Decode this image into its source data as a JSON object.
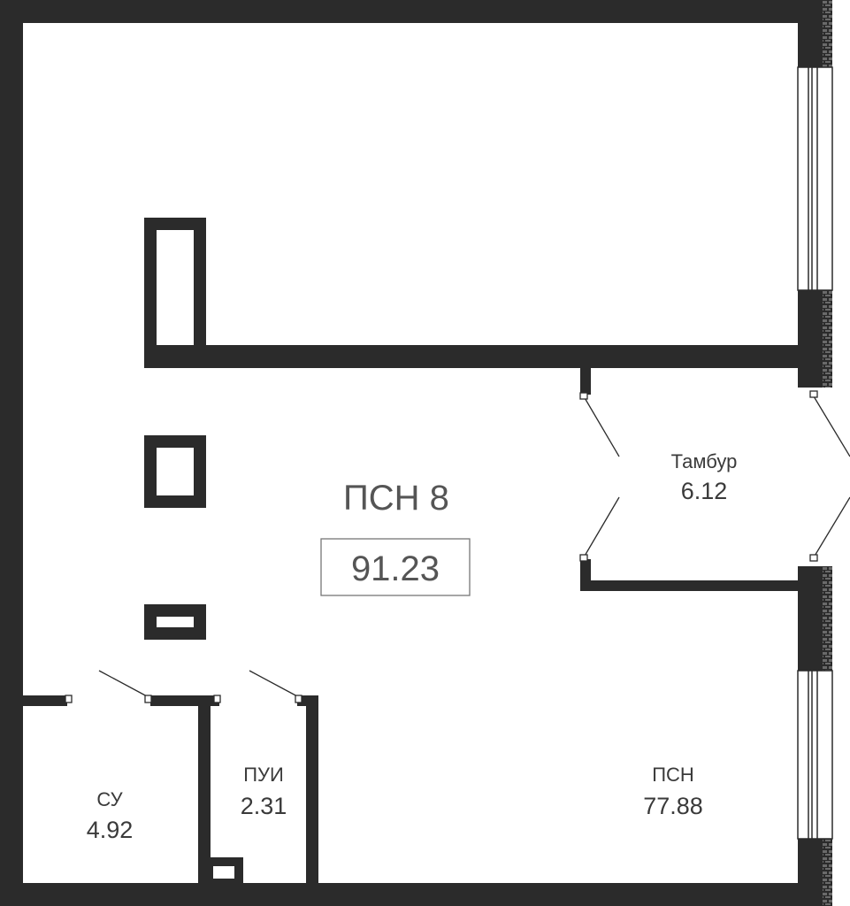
{
  "plan": {
    "title": "ПСН 8",
    "total_area": "91.23",
    "colors": {
      "wall": "#2b2b2b",
      "background": "#ffffff",
      "text": "#3a3a3a",
      "window": "#ffffff"
    },
    "rooms": [
      {
        "id": "tambur",
        "name": "Тамбур",
        "area": "6.12"
      },
      {
        "id": "psn",
        "name": "ПСН",
        "area": "77.88"
      },
      {
        "id": "puy",
        "name": "ПУИ",
        "area": "2.31"
      },
      {
        "id": "su",
        "name": "СУ",
        "area": "4.92"
      }
    ]
  }
}
